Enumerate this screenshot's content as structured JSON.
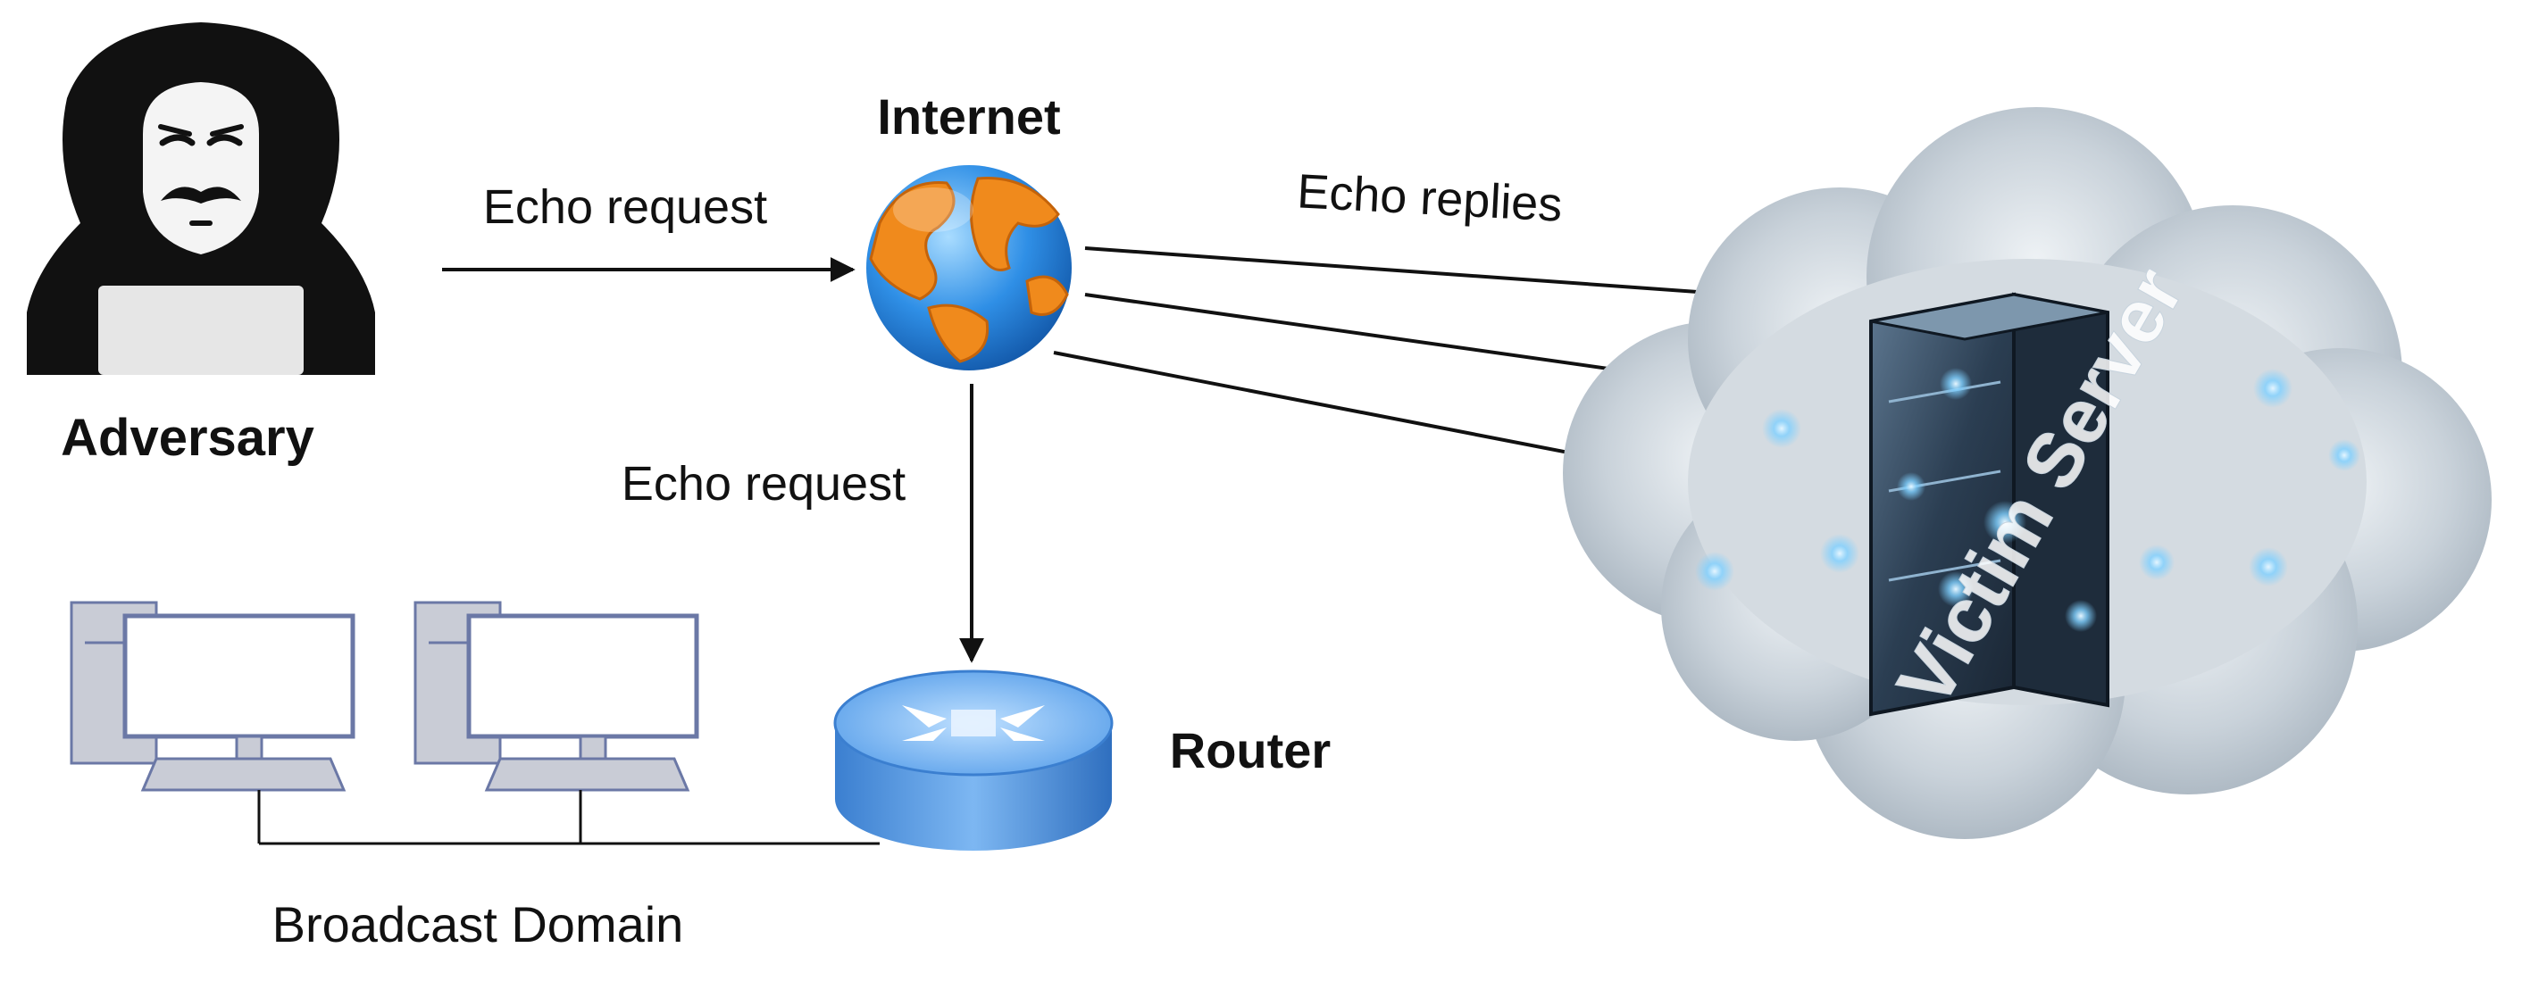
{
  "labels": {
    "adversary": "Adversary",
    "internet": "Internet",
    "echo_request_top": "Echo request",
    "echo_replies": "Echo replies",
    "echo_request_down": "Echo request",
    "router": "Router",
    "broadcast_domain": "Broadcast Domain",
    "victim_server": "Victim Server"
  },
  "icons": {
    "adversary": "hooded-hacker-icon",
    "internet": "globe-icon",
    "router": "router-icon",
    "host_1": "desktop-computer-icon",
    "host_2": "desktop-computer-icon",
    "victim": "server-in-cloud-icon"
  },
  "colors": {
    "arrow": "#111111",
    "globe_ocean": "#2f8fe6",
    "globe_land": "#f08a1c",
    "router_body": "#4a90e2",
    "computer_outline": "#6b78a6",
    "cloud": "#b9c3cc",
    "server_body": "#2b3e52"
  }
}
